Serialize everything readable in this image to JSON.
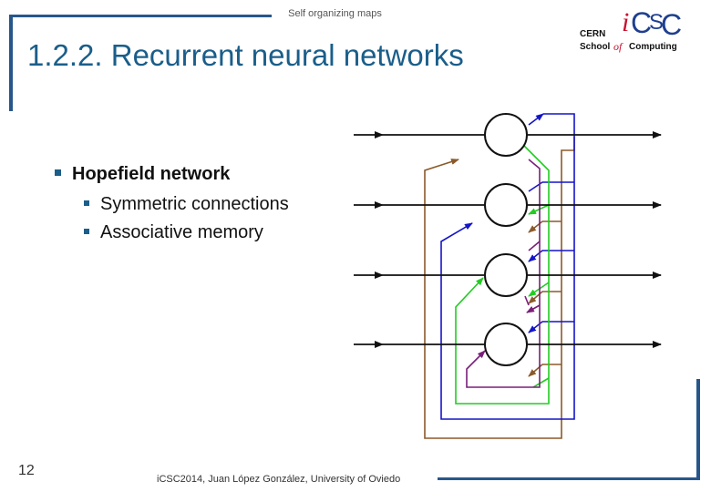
{
  "header": {
    "label": "Self organizing maps"
  },
  "title": {
    "number": "1.2.2.",
    "text": "Recurrent neural networks"
  },
  "logo": {
    "line1": "CERN",
    "line2": "School",
    "of": "of",
    "computing": "Computing",
    "brand": "iCSC"
  },
  "bullets": [
    {
      "level": 1,
      "text": "Hopefield network"
    },
    {
      "level": 2,
      "text": "Symmetric connections"
    },
    {
      "level": 2,
      "text": "Associative memory"
    }
  ],
  "footer": {
    "page_number": "12",
    "credit": "iCSC2014, Juan López González, University of Oviedo"
  },
  "colors": {
    "accent": "#27578a",
    "title": "#1a5e8a",
    "logo_red": "#c8102e",
    "logo_blue": "#1f3f8f",
    "wire_blue": "#1414c8",
    "wire_green": "#22cc22",
    "wire_purple": "#7a1f7a",
    "wire_brown": "#8b5a2b"
  }
}
